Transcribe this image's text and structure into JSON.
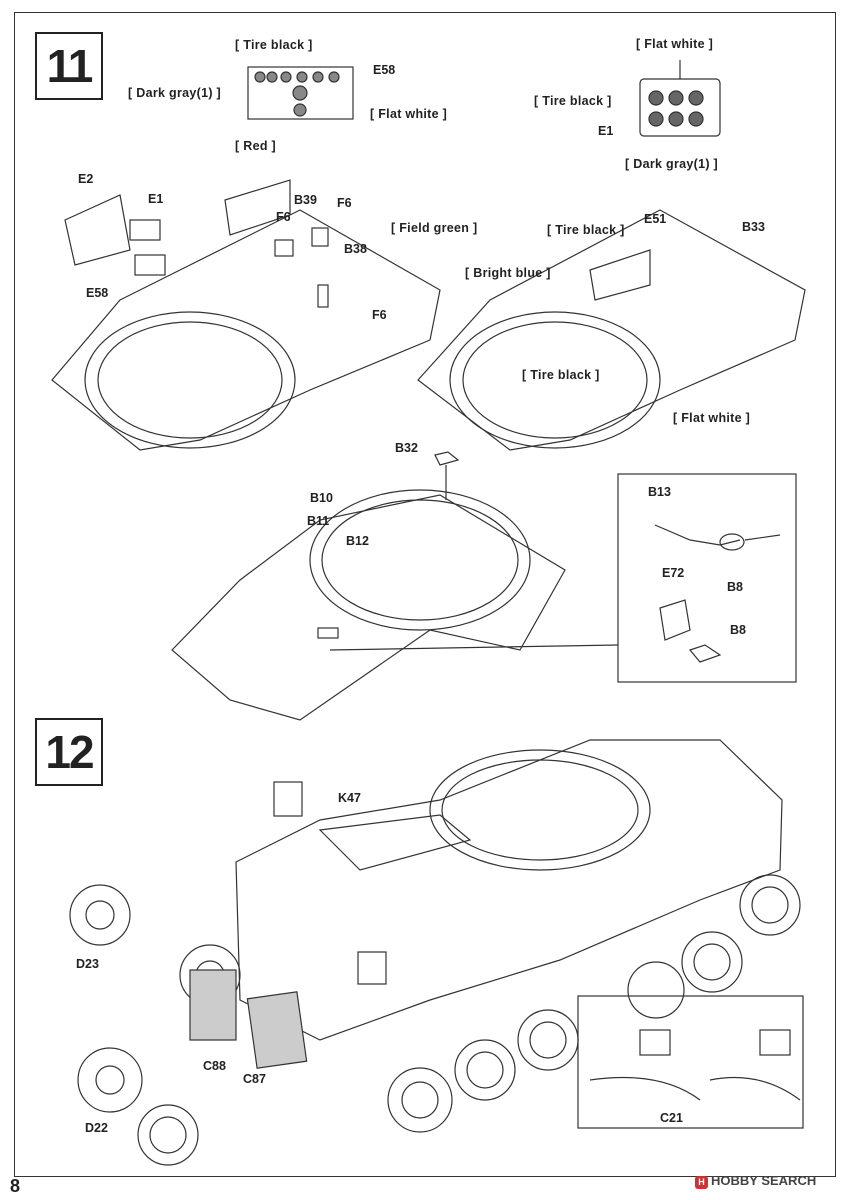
{
  "page_number": "8",
  "watermark": {
    "logo": "H",
    "brand": "HOBBY SEARCH"
  },
  "steps": [
    {
      "number": "11"
    },
    {
      "number": "12"
    }
  ],
  "paint_labels": {
    "tire_black_top": "[ Tire black ]",
    "dark_gray_left": "[ Dark gray(1) ]",
    "flat_white_mid": "[ Flat white ]",
    "red": "[ Red ]",
    "flat_white_top_right": "[ Flat white ]",
    "tire_black_right": "[ Tire black ]",
    "dark_gray_right": "[ Dark gray(1) ]",
    "field_green": "[ Field green ]",
    "tire_black_turret": "[ Tire black ]",
    "bright_blue": "[ Bright blue ]",
    "tire_black_ring": "[ Tire black ]",
    "flat_white_hull": "[ Flat white ]"
  },
  "part_labels": {
    "E58_sprue": "E58",
    "E1_detail": "E1",
    "E2": "E2",
    "E1_left": "E1",
    "E58_left": "E58",
    "B39": "B39",
    "F6_a": "F6",
    "F6_b": "F6",
    "B38": "B38",
    "F6_c": "F6",
    "E51": "E51",
    "B33": "B33",
    "B32": "B32",
    "B10": "B10",
    "B11": "B11",
    "B12": "B12",
    "B13": "B13",
    "B8_a": "B8",
    "E72": "E72",
    "B8_b": "B8",
    "K47": "K47",
    "D23": "D23",
    "C88": "C88",
    "C87": "C87",
    "D22": "D22",
    "C21": "C21"
  }
}
